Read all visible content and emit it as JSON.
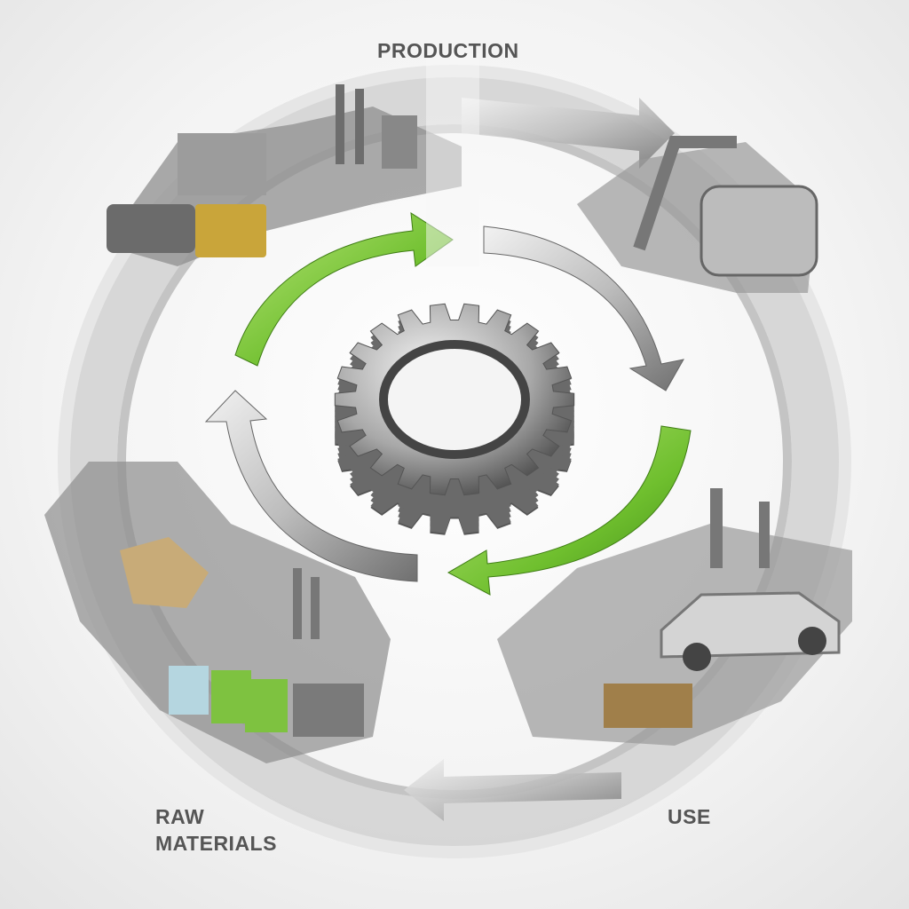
{
  "labels": {
    "production": "PRODUCTION",
    "raw_materials_line1": "RAW",
    "raw_materials_line2": "MATERIALS",
    "use": "USE"
  },
  "colors": {
    "green_arrow": "#7cc242",
    "gray_arrow": "#a9a9a9",
    "gear": "#9a9a9a",
    "text": "#555555"
  }
}
